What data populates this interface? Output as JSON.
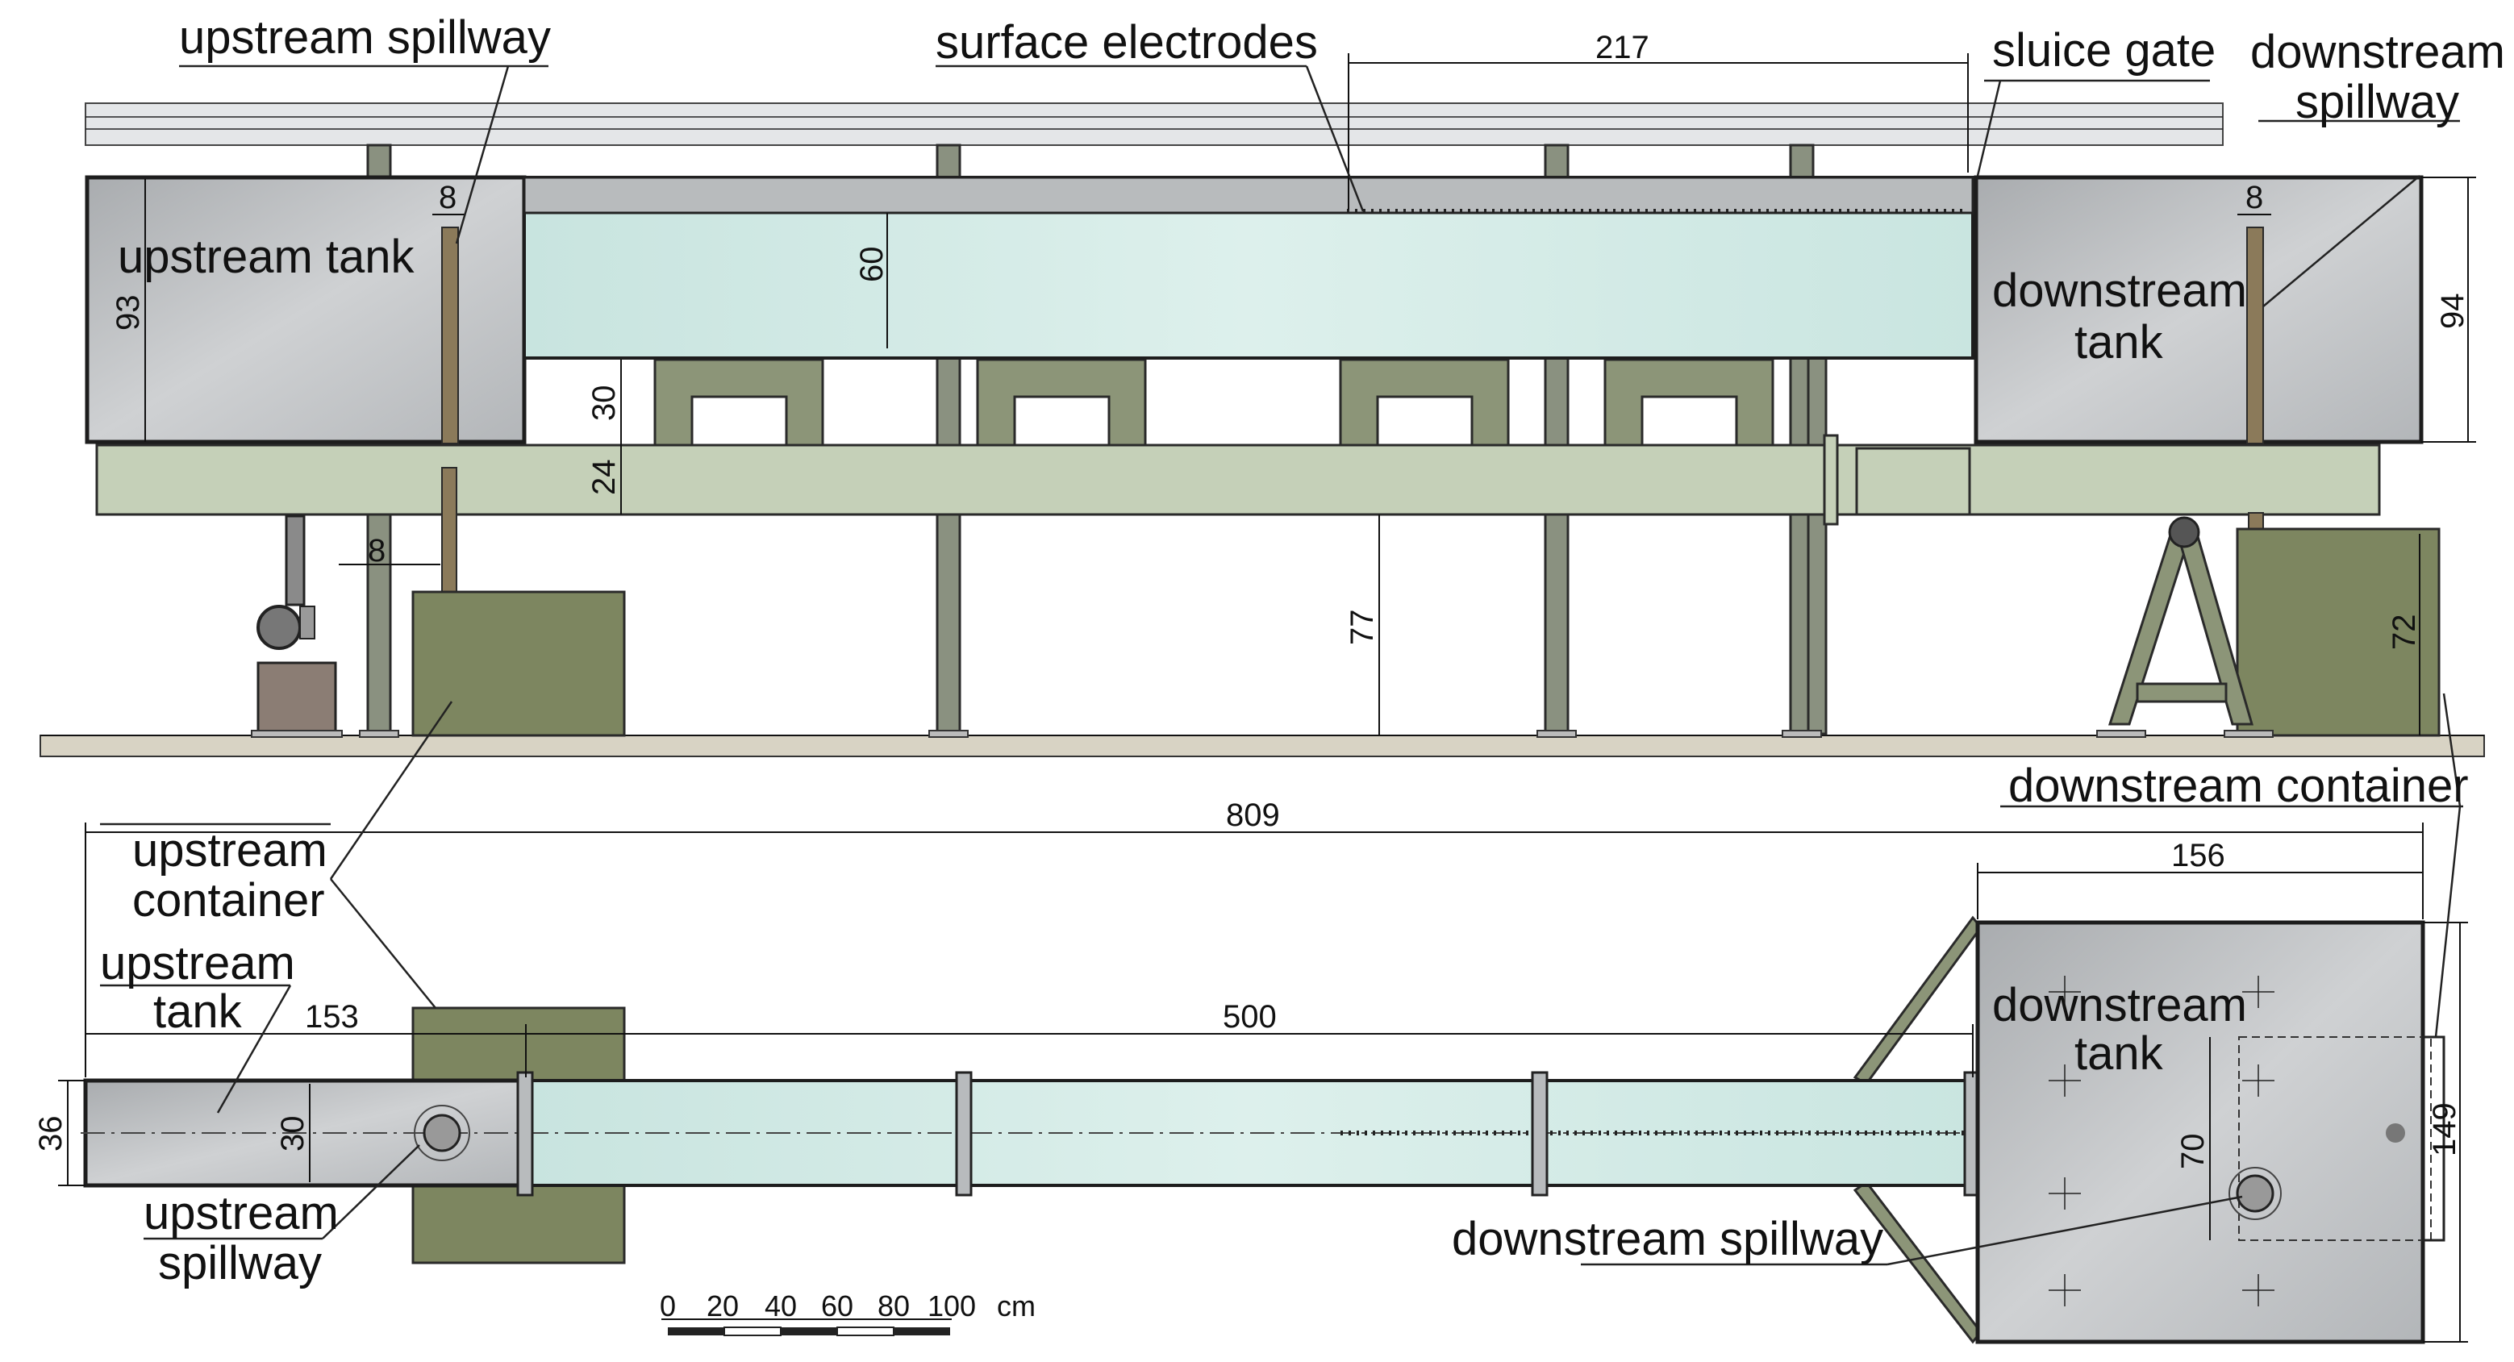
{
  "labels": {
    "upstream_spillway_top": "upstream spillway",
    "surface_electrodes": "surface electrodes",
    "sluice_gate": "sluice gate",
    "downstream_spillway_top_line1": "downstream",
    "downstream_spillway_top_line2": "spillway",
    "upstream_tank_top": "upstream tank",
    "downstream_tank_top_line1": "downstream",
    "downstream_tank_top_line2": "tank",
    "downstream_container": "downstream container",
    "upstream_container_line1": "upstream",
    "upstream_container_line2": "container",
    "upstream_tank_plan_line1": "upstream",
    "upstream_tank_plan_line2": "tank",
    "upstream_spillway_plan_line1": "upstream",
    "upstream_spillway_plan_line2": "spillway",
    "downstream_tank_plan_line1": "downstream",
    "downstream_tank_plan_line2": "tank",
    "downstream_spillway_plan": "downstream spillway"
  },
  "dimensions": {
    "d217": "217",
    "d8_up": "8",
    "d8_down": "8",
    "d60": "60",
    "d93": "93",
    "d94": "94",
    "d30_side": "30",
    "d24": "24",
    "d8_pipe": "8",
    "d77": "77",
    "d72": "72",
    "d809": "809",
    "d156": "156",
    "d153": "153",
    "d500": "500",
    "d36": "36",
    "d30_plan": "30",
    "d70": "70",
    "d149": "149"
  },
  "scale_bar": {
    "ticks": [
      "0",
      "20",
      "40",
      "60",
      "80",
      "100"
    ],
    "unit": "cm"
  },
  "colors": {
    "frame": "#8c9578",
    "box": "#7d8660",
    "beam": "#c5d0b8",
    "water": "#cfe8e2",
    "steel": "#b9bcbf"
  }
}
